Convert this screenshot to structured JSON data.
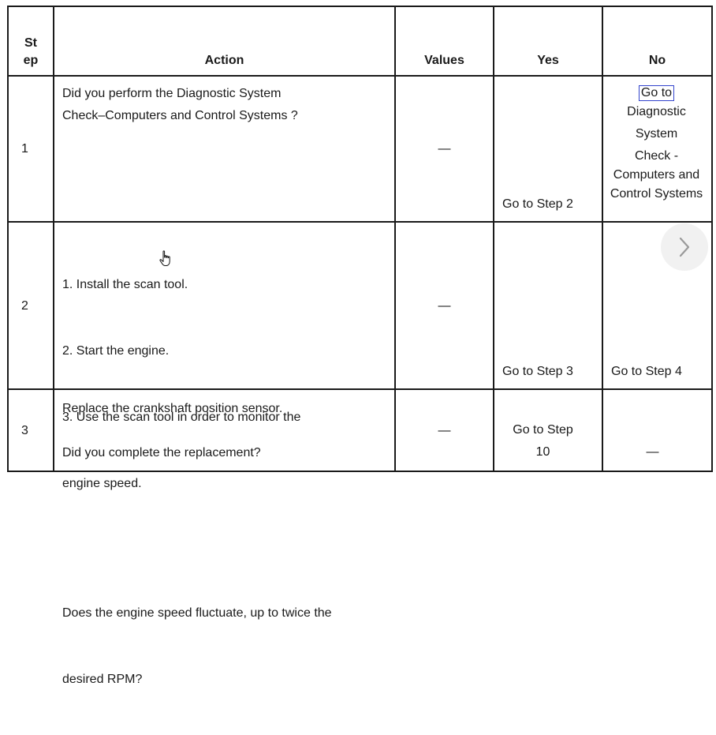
{
  "headers": {
    "step": "St\nep",
    "action": "Action",
    "values": "Values",
    "yes": "Yes",
    "no": "No"
  },
  "rows": [
    {
      "step": "1",
      "action_lines": [
        "Did you perform the Diagnostic System",
        "Check–Computers and Control Systems ?"
      ],
      "values": "—",
      "yes": "Go to Step 2",
      "no_lines": [
        "Go to",
        "Diagnostic",
        "System",
        "Check -",
        "Computers and",
        "Control Systems"
      ]
    },
    {
      "step": "2",
      "action_lines": [
        "1.   Install the scan tool.",
        "2.   Start the engine.",
        "3.   Use the scan tool in order to monitor the",
        "engine speed.",
        "",
        " Does the engine speed fluctuate, up to twice the",
        "desired RPM?"
      ],
      "values": "—",
      "yes": "Go to Step 3",
      "no": "Go to Step 4"
    },
    {
      "step": "3",
      "action_lines": [
        "Replace the crankshaft position sensor.",
        "",
        "Did you complete the replacement?"
      ],
      "values": "—",
      "yes_lines": [
        "Go to Step",
        "10"
      ],
      "no": "—"
    }
  ],
  "icons": {
    "next": "chevron-right-icon",
    "cursor": "hand-pointer-icon"
  },
  "colors": {
    "link_border": "#3344cc",
    "nav_bg": "#f1f1f1",
    "chevron": "#9a9a9a"
  }
}
